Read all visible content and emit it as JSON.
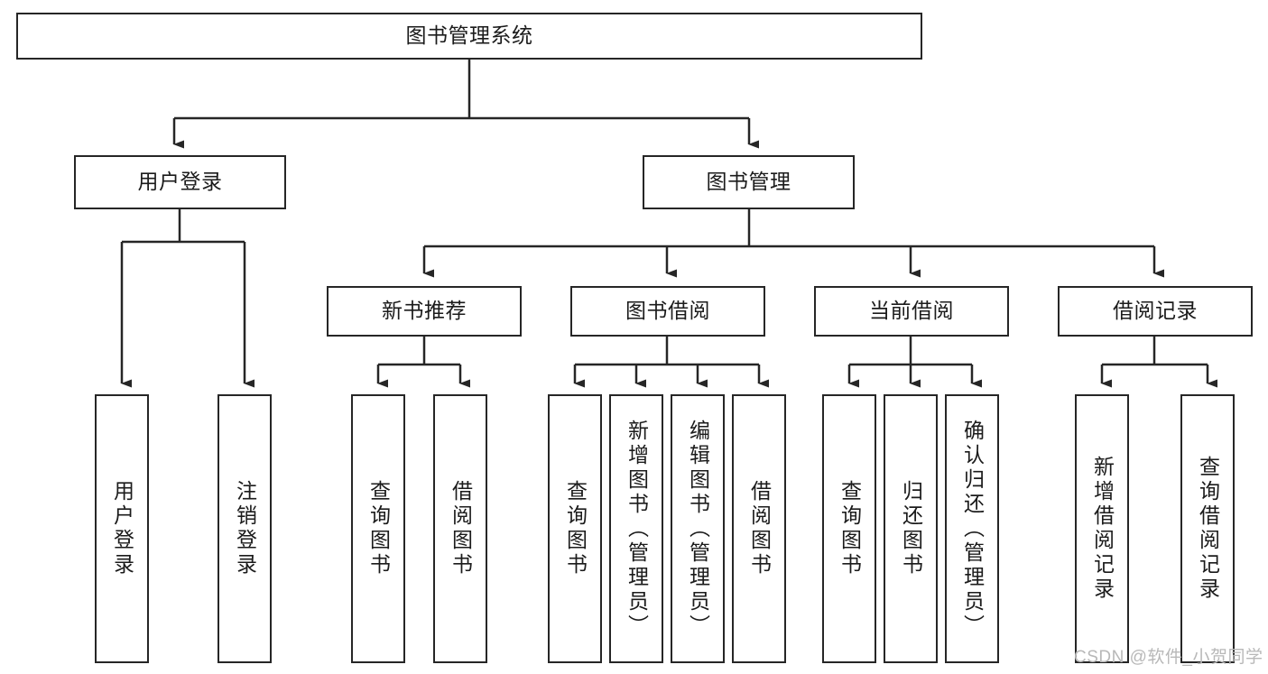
{
  "diagram": {
    "type": "tree-hierarchy-diagram",
    "title": "图书管理系统",
    "watermark": "CSDN @软件_小贺同学",
    "colors": {
      "box_border": "#262626",
      "box_fill": "#ffffff",
      "connector": "#262626",
      "text": "#1b1b1b",
      "watermark": "#b8b8b8",
      "background": "#ffffff"
    },
    "root": {
      "label": "图书管理系统"
    },
    "level1": [
      {
        "label": "用户登录"
      },
      {
        "label": "图书管理"
      }
    ],
    "level2": [
      {
        "label": "新书推荐"
      },
      {
        "label": "图书借阅"
      },
      {
        "label": "当前借阅"
      },
      {
        "label": "借阅记录"
      }
    ],
    "leaves": {
      "user_login": [
        {
          "label": "用户登录"
        },
        {
          "label": "注销登录"
        }
      ],
      "new_book_recommend": [
        {
          "label": "查询图书"
        },
        {
          "label": "借阅图书"
        }
      ],
      "book_borrow": [
        {
          "label": "查询图书"
        },
        {
          "label": "新增图书（管理员）"
        },
        {
          "label": "编辑图书（管理员）"
        },
        {
          "label": "借阅图书"
        }
      ],
      "current_borrow": [
        {
          "label": "查询图书"
        },
        {
          "label": "归还图书"
        },
        {
          "label": "确认归还（管理员）"
        }
      ],
      "borrow_record": [
        {
          "label": "新增借阅记录"
        },
        {
          "label": "查询借阅记录"
        }
      ]
    }
  }
}
